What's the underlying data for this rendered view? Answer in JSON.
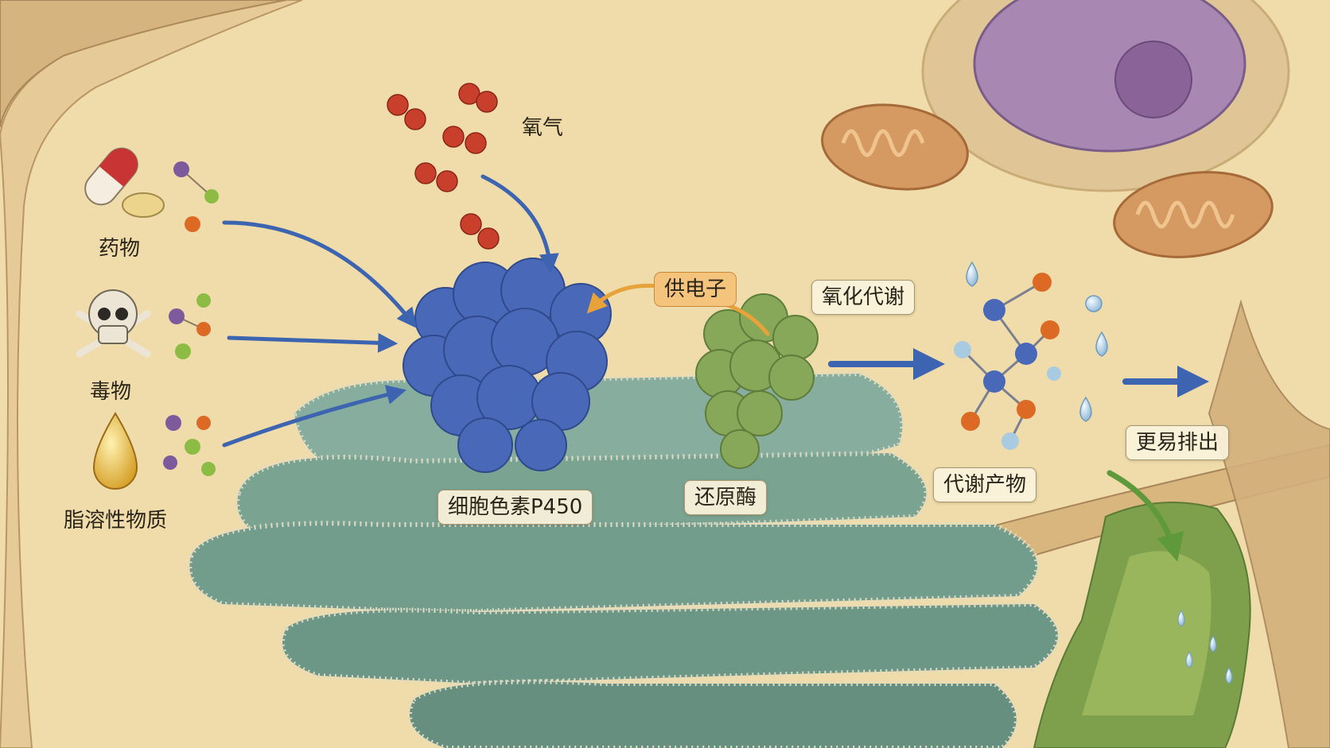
{
  "labels": {
    "drug": "药物",
    "toxin": "毒物",
    "lipid": "脂溶性物质",
    "oxygen": "氧气",
    "electron": "供电子",
    "p450": "细胞色素P450",
    "reductase": "还原酶",
    "oxidation": "氧化代谢",
    "metabolite": "代谢产物",
    "excrete": "更易排出"
  },
  "colors": {
    "cytoplasm": "#efdcaa",
    "er_membrane": "#7fa898",
    "p450_protein": "#4a68b8",
    "reductase_protein": "#86a858",
    "oxygen_atom": "#c8402c",
    "arrow_blue": "#3d64b0",
    "arrow_orange": "#e8a23a",
    "arrow_green": "#5e9a3c",
    "mitochondria": "#d59a62",
    "nucleus": "#9d78a8",
    "water_drop": "#a9cbe2"
  },
  "icons": [
    "pill-icon",
    "skull-crossbones-icon",
    "oil-drop-icon",
    "water-drop-icon"
  ]
}
